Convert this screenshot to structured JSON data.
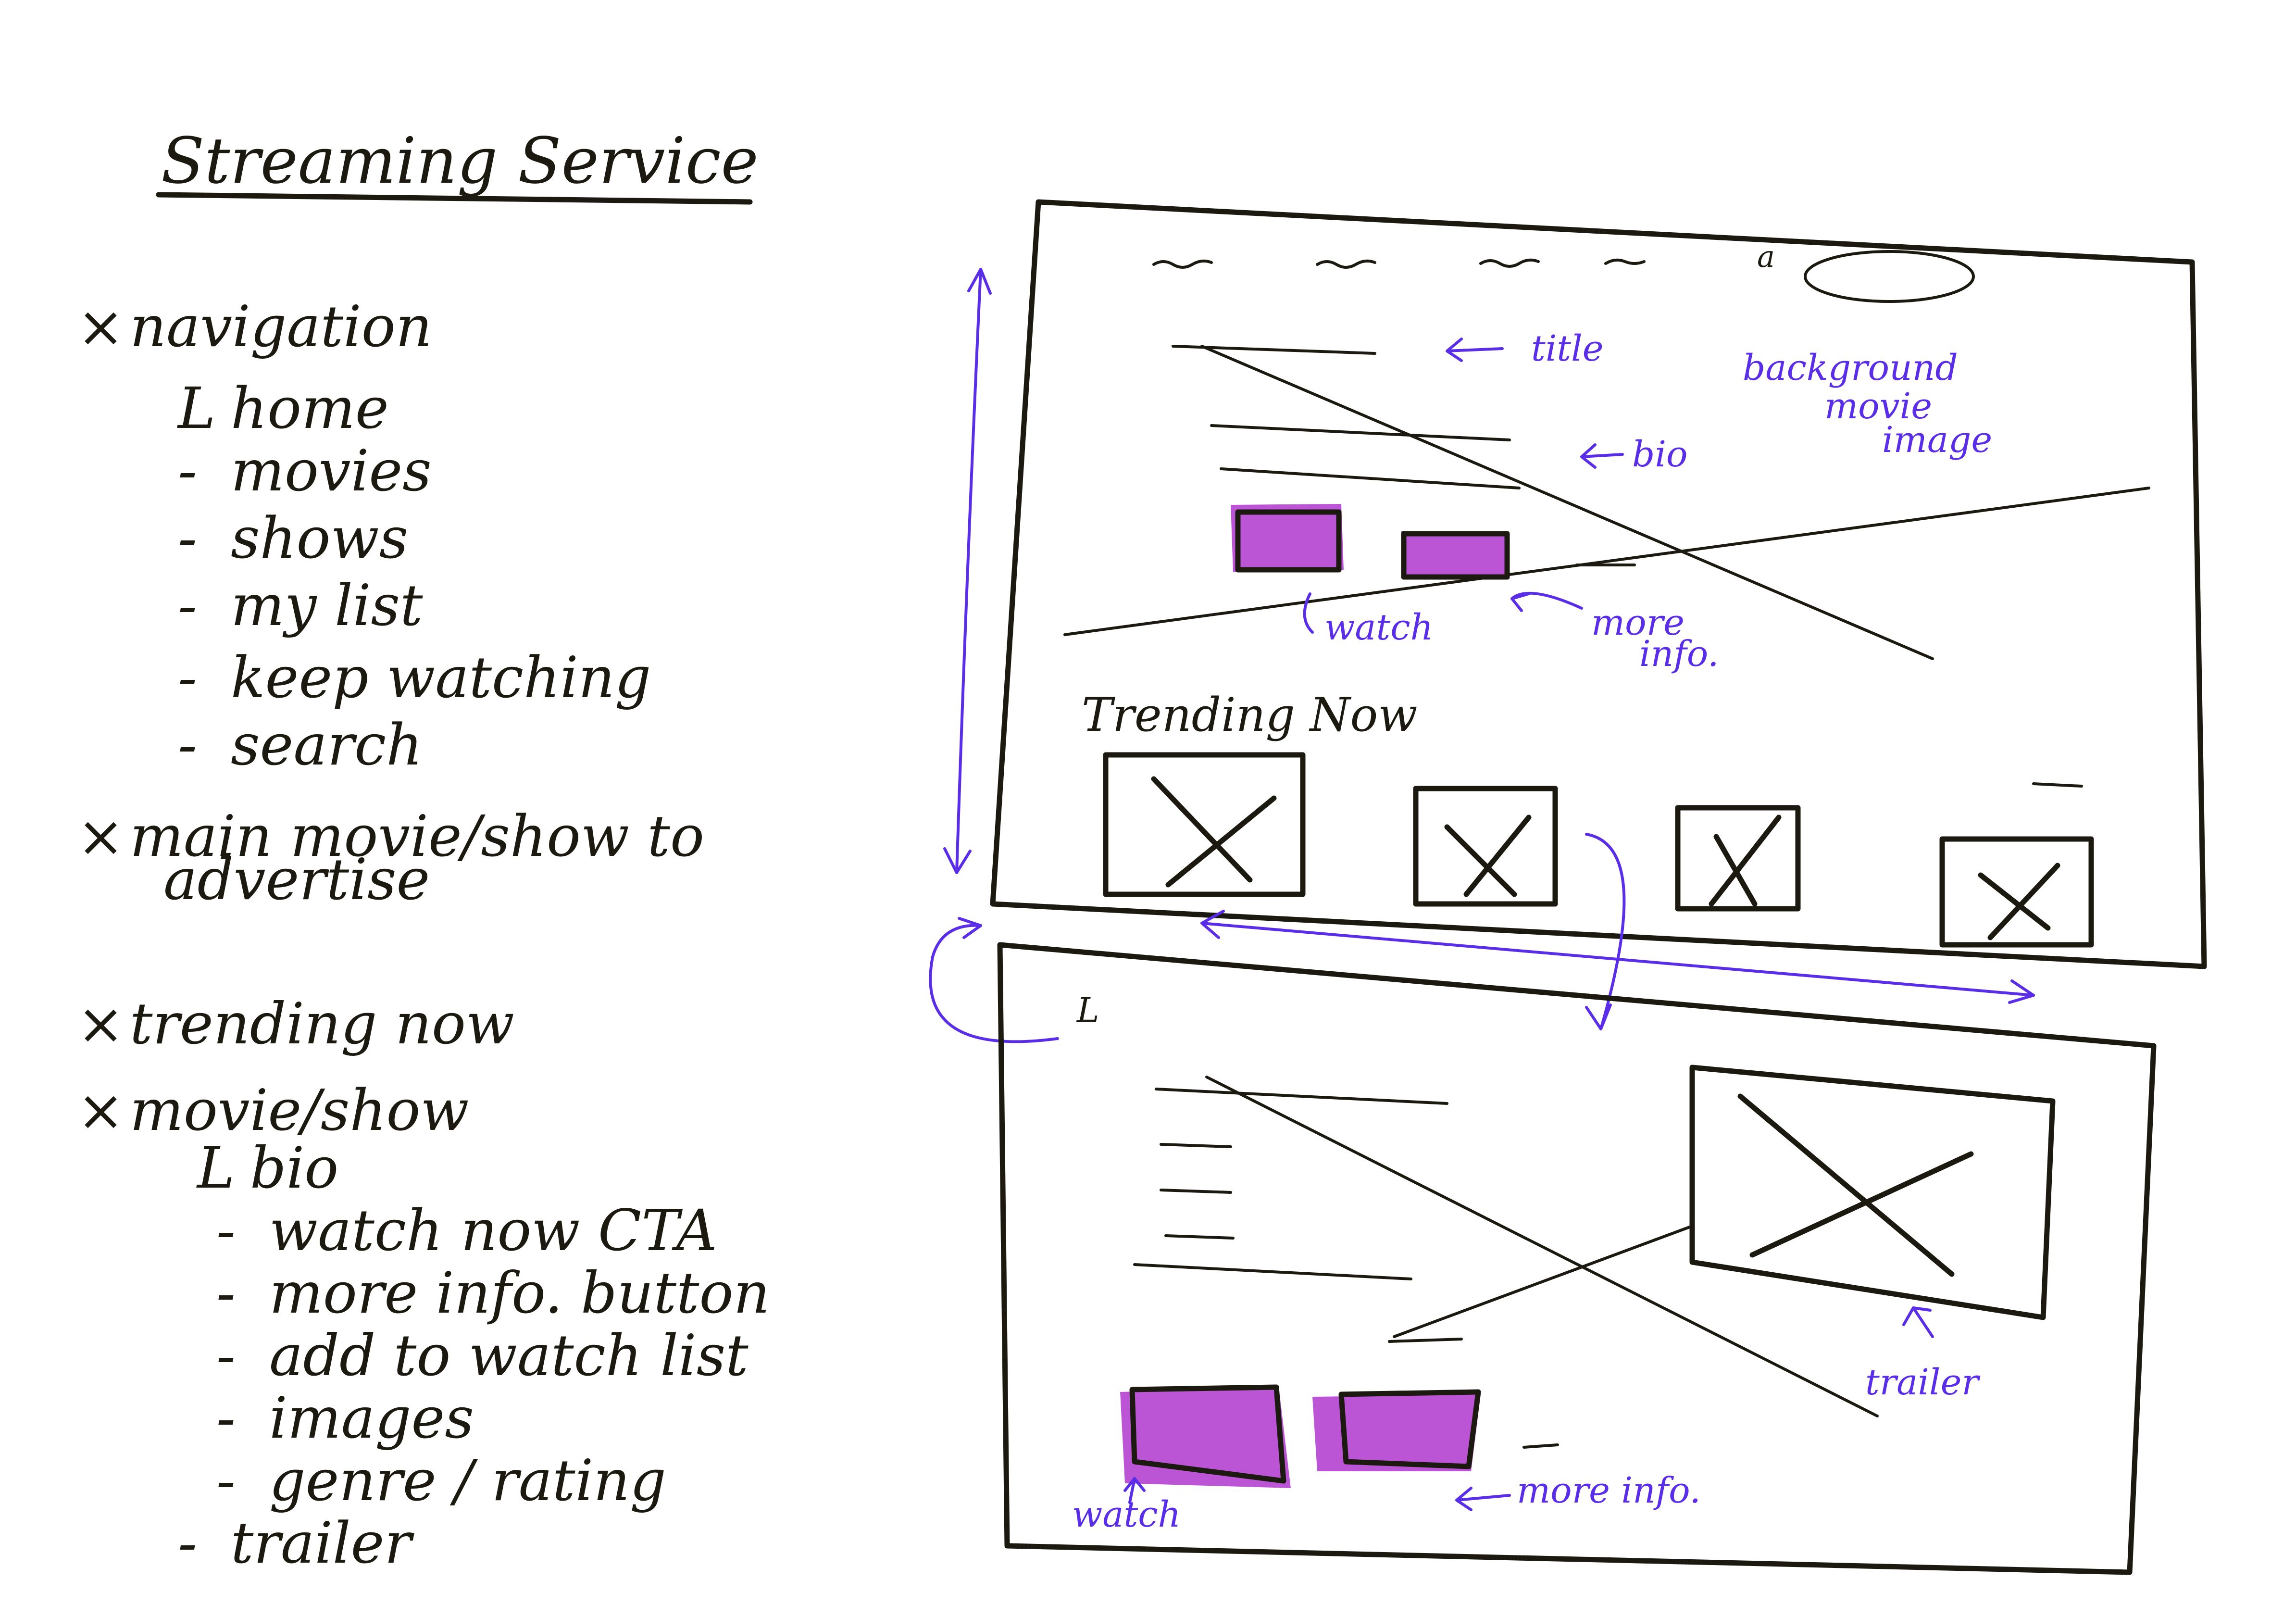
{
  "title": "Streaming Service",
  "notes": [
    {
      "marker": "×",
      "text": "navigation",
      "level": 0
    },
    {
      "marker": "L",
      "text": "home",
      "level": 1
    },
    {
      "marker": "-",
      "text": "movies",
      "level": 1
    },
    {
      "marker": "-",
      "text": "shows",
      "level": 1
    },
    {
      "marker": "-",
      "text": "my list",
      "level": 1
    },
    {
      "marker": "-",
      "text": "keep watching",
      "level": 1
    },
    {
      "marker": "-",
      "text": "search",
      "level": 1
    },
    {
      "marker": "×",
      "text": "main movie/show to",
      "level": 0
    },
    {
      "marker": "",
      "text": "advertise",
      "level": 0
    },
    {
      "marker": "×",
      "text": "trending now",
      "level": 0
    },
    {
      "marker": "×",
      "text": "movie/show",
      "level": 0
    },
    {
      "marker": "L",
      "text": "bio",
      "level": 1
    },
    {
      "marker": "-",
      "text": "watch now CTA",
      "level": 2
    },
    {
      "marker": "-",
      "text": "more info. button",
      "level": 2
    },
    {
      "marker": "-",
      "text": "add to watch list",
      "level": 2
    },
    {
      "marker": "-",
      "text": "images",
      "level": 2
    },
    {
      "marker": "-",
      "text": "genre / rating",
      "level": 2
    },
    {
      "marker": "-",
      "text": "trailer",
      "level": 1
    }
  ],
  "wireframe_home": {
    "labels": {
      "title": "title",
      "bio": "bio",
      "background": [
        "background",
        "movie",
        "image"
      ],
      "watch": "watch",
      "more_info": [
        "more",
        "info."
      ]
    },
    "section_heading": "Trending Now",
    "nav_search_glyph": "a"
  },
  "wireframe_detail": {
    "back_glyph": "L",
    "labels": {
      "trailer": "trailer",
      "watch": "watch",
      "more_info": "more info."
    }
  },
  "colors": {
    "ink": "#1c1a10",
    "pen": "#5a2ee8",
    "highlight": "#bb55d6"
  }
}
